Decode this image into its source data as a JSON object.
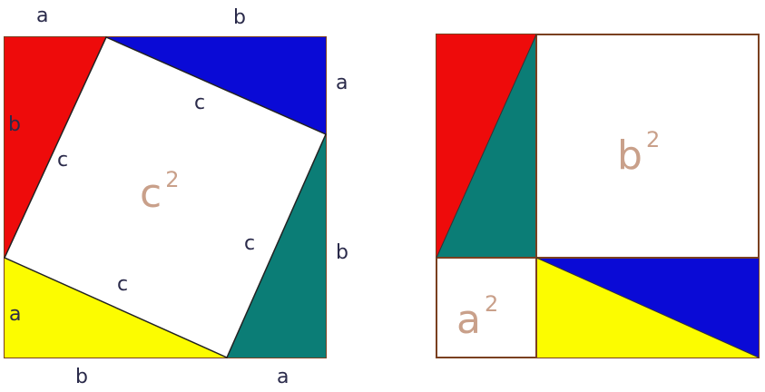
{
  "colors": {
    "red": "#ee0b0b",
    "blue": "#0a0ad6",
    "teal": "#0b7d76",
    "yellow": "#fcfc00",
    "frame": "#7a4020",
    "label": "#2a2a4a",
    "area_label": "#c9a08a"
  },
  "left_figure": {
    "top_a": "a",
    "top_b": "b",
    "right_a": "a",
    "right_b": "b",
    "bottom_b": "b",
    "bottom_a": "a",
    "left_b": "b",
    "left_a": "a",
    "hyp_top": "c",
    "hyp_left": "c",
    "hyp_right": "c",
    "hyp_bottom": "c",
    "area_base": "c",
    "area_exp": "2"
  },
  "right_figure": {
    "b_base": "b",
    "b_exp": "2",
    "a_base": "a",
    "a_exp": "2"
  }
}
